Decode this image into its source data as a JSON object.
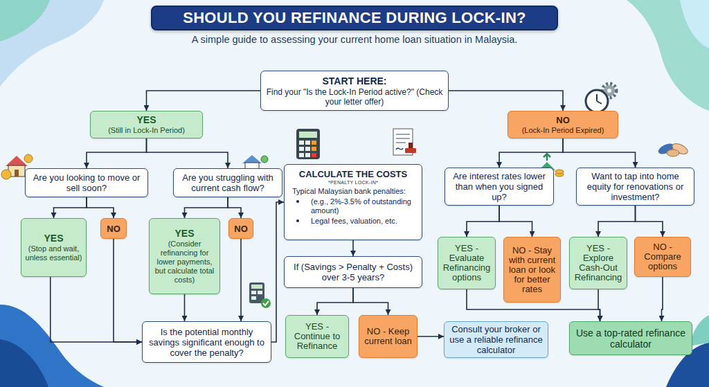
{
  "diagram": {
    "title": "SHOULD YOU REFINANCE DURING LOCK-IN?",
    "nodes": [
      {
        "text": [
          "START HERE:",
          "Find your \"Is the Lock-In Period active?\" (Check your letter offer)"
        ]
      },
      {
        "text": [
          "YES",
          "(Still in Lock-In Period)"
        ]
      },
      {
        "text": [
          "NO",
          "(Lock-In Period Expired)"
        ]
      },
      {
        "text": [
          "Are you looking to move or sell soon?"
        ]
      },
      {
        "text": [
          "Are you struggling with current cash flow?"
        ]
      },
      {
        "text": [
          "CALCULATE THE COSTS",
          "*PENALTY LOCK-IN*",
          "Typical Malaysian bank penalties:",
          "(e.g., 2%-3.5% of outstanding amount)",
          "Legal fees, valuation, etc."
        ]
      },
      {
        "text": [
          "Are interest rates lower than when you signed up?"
        ]
      },
      {
        "text": [
          "Want to tap into home equity for renovations or investment?"
        ]
      },
      {
        "text": [
          "YES",
          "(Stop and wait, unless essential)"
        ]
      },
      {
        "text": [
          "NO"
        ]
      },
      {
        "text": [
          "YES",
          "(Consider refinancing for lower payments, but calculate total costs)"
        ]
      },
      {
        "text": [
          "NO"
        ]
      },
      {
        "text": [
          "If (Savings > Penalty + Costs) over 3-5 years?"
        ]
      },
      {
        "text": [
          "YES - Evaluate Refinancing options"
        ]
      },
      {
        "text": [
          "NO - Stay with current loan or look for better rates"
        ]
      },
      {
        "text": [
          "YES - Explore Cash-Out Refinancing"
        ]
      },
      {
        "text": [
          "NO - Compare options"
        ]
      },
      {
        "text": [
          "Is the potential monthly savings significant enough to cover the penalty?"
        ]
      },
      {
        "text": [
          "YES - Continue to Refinance"
        ]
      },
      {
        "text": [
          "NO - Keep current loan"
        ]
      },
      {
        "text": [
          "Consult your broker or use a reliable refinance calculator"
        ]
      },
      {
        "text": [
          "Use a top-rated refinance calculator"
        ]
      }
    ],
    "edges": [
      {
        "from": 0,
        "to": 1,
        "arrow": "to"
      },
      {
        "from": 0,
        "to": 2,
        "arrow": "to"
      },
      {
        "from": 1,
        "to": 3,
        "arrow": "to"
      },
      {
        "from": 1,
        "to": 4,
        "arrow": "to"
      },
      {
        "from": 3,
        "to": 8,
        "arrow": "to"
      },
      {
        "from": 3,
        "to": 9,
        "arrow": "to"
      },
      {
        "from": 4,
        "to": 10,
        "arrow": "to"
      },
      {
        "from": 4,
        "to": 11,
        "arrow": "to"
      },
      {
        "from": 8,
        "to": 17,
        "arrow": "to"
      },
      {
        "from": 9,
        "to": 17,
        "arrow": "to"
      },
      {
        "from": 10,
        "to": 17,
        "arrow": "to"
      },
      {
        "from": 11,
        "to": 17,
        "arrow": "to"
      },
      {
        "from": 17,
        "to": 5,
        "arrow": "to"
      },
      {
        "from": 5,
        "to": 12,
        "arrow": "to"
      },
      {
        "from": 12,
        "to": 18,
        "arrow": "to"
      },
      {
        "from": 12,
        "to": 19,
        "arrow": "to"
      },
      {
        "from": 19,
        "to": 20,
        "arrow": "to"
      },
      {
        "from": 2,
        "to": 6,
        "arrow": "to"
      },
      {
        "from": 2,
        "to": 7,
        "arrow": "to"
      },
      {
        "from": 6,
        "to": 13,
        "arrow": "to"
      },
      {
        "from": 6,
        "to": 14,
        "arrow": "to"
      },
      {
        "from": 7,
        "to": 15,
        "arrow": "to"
      },
      {
        "from": 7,
        "to": 16,
        "arrow": "to"
      },
      {
        "from": 13,
        "to": 21,
        "arrow": "to"
      },
      {
        "from": 15,
        "to": 21,
        "arrow": "to"
      },
      {
        "from": 16,
        "to": 21,
        "arrow": "to"
      }
    ],
    "labels": [
      "A simple guide to assessing your current home loan situation in Malaysia."
    ]
  }
}
